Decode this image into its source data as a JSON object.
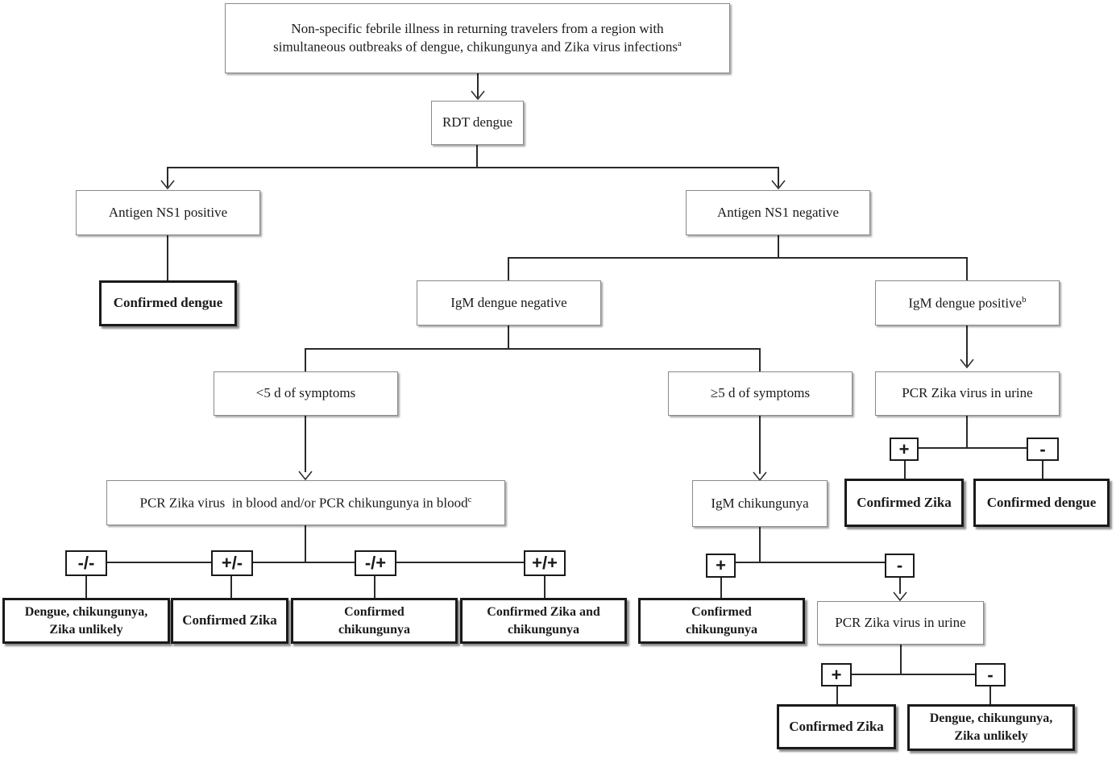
{
  "nodes": {
    "root_line1": "Non-specific febrile illness in returning travelers from a region with",
    "root_line2": "simultaneous outbreaks of dengue, chikungunya and Zika virus infections",
    "root_sup": "a",
    "rdt": "RDT dengue",
    "ns1_pos": "Antigen NS1 positive",
    "ns1_neg": "Antigen NS1 negative",
    "confirmed_dengue_1": "Confirmed dengue",
    "igm_neg": "IgM dengue negative",
    "igm_pos": "IgM dengue positive",
    "igm_pos_sup": "b",
    "lt5": "<5 d of symptoms",
    "ge5": "≥5 d of symptoms",
    "pcr_urine_1": "PCR Zika virus in urine",
    "pcr_blood": "PCR Zika virus  in blood and/or PCR chikungunya in blood",
    "pcr_blood_sup": "c",
    "igm_chik": "IgM chikungunya",
    "confirmed_zika_1": "Confirmed Zika",
    "confirmed_dengue_2": "Confirmed dengue",
    "unlikely_1_line1": "Dengue, chikungunya,",
    "unlikely_1_line2": "Zika unlikely",
    "confirmed_zika_2": "Confirmed Zika",
    "confirmed_chik_1_line1": "Confirmed",
    "confirmed_chik_1_line2": "chikungunya",
    "zika_and_chik_line1": "Confirmed Zika and",
    "zika_and_chik_line2": "chikungunya",
    "confirmed_chik_2_line1": "Confirmed",
    "confirmed_chik_2_line2": "chikungunya",
    "pcr_urine_2": "PCR Zika virus in urine",
    "confirmed_zika_3": "Confirmed Zika",
    "unlikely_2_line1": "Dengue, chikungunya,",
    "unlikely_2_line2": "Zika unlikely"
  },
  "tags": {
    "neg_neg": "-/-",
    "pos_neg": "+/-",
    "neg_pos": "-/+",
    "pos_pos": "+/+",
    "plus": "+",
    "minus": "-"
  }
}
